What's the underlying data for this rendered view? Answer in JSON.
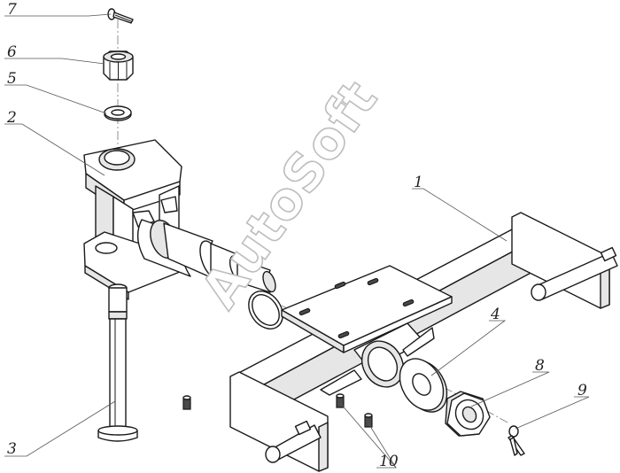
{
  "watermark": "AutoSoft",
  "callouts": [
    {
      "id": "7",
      "label": "7"
    },
    {
      "id": "6",
      "label": "6"
    },
    {
      "id": "5",
      "label": "5"
    },
    {
      "id": "2",
      "label": "2"
    },
    {
      "id": "1",
      "label": "1"
    },
    {
      "id": "4",
      "label": "4"
    },
    {
      "id": "8",
      "label": "8"
    },
    {
      "id": "9",
      "label": "9"
    },
    {
      "id": "3",
      "label": "3"
    },
    {
      "id": "10",
      "label": "10"
    }
  ]
}
